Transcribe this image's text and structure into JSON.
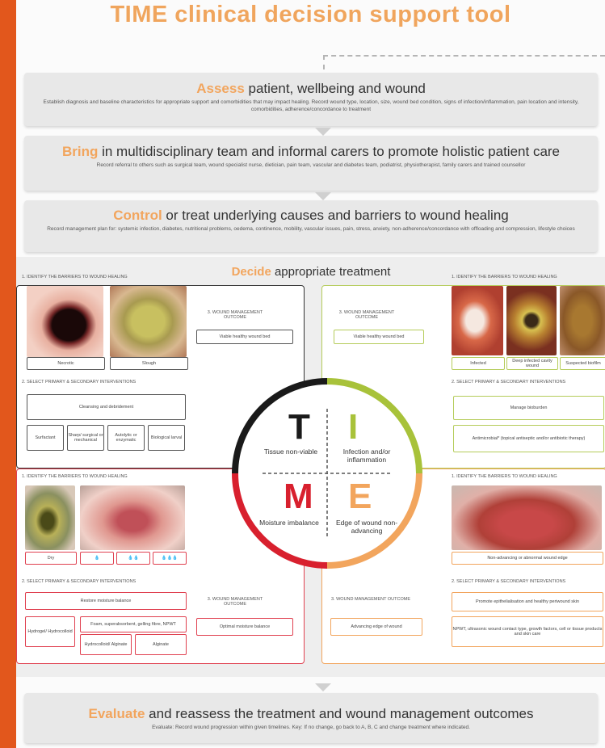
{
  "title": "TIME clinical decision support tool",
  "assess": {
    "keyword": "Assess",
    "rest": " patient, wellbeing and wound",
    "text": "Establish diagnosis and baseline characteristics for appropriate support and comorbidities that may impact healing. Record wound type, location, size, wound bed condition, signs of infection/inflammation, pain location and intensity, comorbidities, adherence/concordance to treatment"
  },
  "bring": {
    "keyword": "Bring",
    "rest": " in multidisciplinary team and informal carers to promote holistic patient care",
    "text": "Record referral to others such as surgical team, wound specialist nurse, dietician, pain team, vascular and diabetes team, podiatrist, physiotherapist, family carers and trained counsellor"
  },
  "control": {
    "keyword": "Control",
    "rest": " or treat underlying causes and barriers to wound healing",
    "text": "Record management plan for: systemic infection, diabetes, nutritional problems, oedema, continence, mobility, vascular issues, pain, stress, anxiety, non-adherence/concordance with offloading and compression, lifestyle choices"
  },
  "decide": {
    "keyword": "Decide",
    "rest": " appropriate treatment"
  },
  "tissue": {
    "identify": "1. IDENTIFY THE BARRIERS TO WOUND HEALING",
    "photo1": "Necrotic",
    "photo2": "Slough",
    "outcome_head": "3. WOUND MANAGEMENT OUTCOME",
    "outcome": "Viable healthy wound bed",
    "select": "2. SELECT PRIMARY & SECONDARY INTERVENTIONS",
    "main_intervention": "Cleansing and debridement",
    "options": [
      "Surfactant",
      "Sharp/ surgical or mechanical",
      "Autolytic or enzymatic",
      "Biological larval"
    ]
  },
  "infection": {
    "identify": "1. IDENTIFY THE BARRIERS TO WOUND HEALING",
    "outcome_head": "3. WOUND MANAGEMENT OUTCOME",
    "outcome": "Viable healthy wound bed",
    "photo1": "Infected",
    "photo2": "Deep infected cavity wound",
    "photo3": "Suspected biofilm",
    "select": "2. SELECT PRIMARY & SECONDARY INTERVENTIONS",
    "intervention1": "Manage bioburden",
    "intervention2": "Antimicrobial* (topical antiseptic and/or antibiotic therapy)"
  },
  "moisture": {
    "identify": "1. IDENTIFY THE BARRIERS TO WOUND HEALING",
    "photo1": "Dry",
    "levels": [
      "💧",
      "💧💧",
      "💧💧💧"
    ],
    "select": "2. SELECT PRIMARY & SECONDARY INTERVENTIONS",
    "main_intervention": "Restore moisture balance",
    "options": [
      "Hydrogel/ Hydrocolloid",
      "Foam, superabsorbent, gelling fibre, NPWT",
      "Hydrocolloid/ Alginate",
      "Alginate"
    ],
    "outcome_head": "3. WOUND MANAGEMENT OUTCOME",
    "outcome": "Optimal moisture balance"
  },
  "edge": {
    "identify": "1. IDENTIFY THE BARRIERS TO WOUND HEALING",
    "photo1": "Non-advancing or abnormal wound edge",
    "select": "2. SELECT PRIMARY & SECONDARY INTERVENTIONS",
    "outcome_head": "3. WOUND MANAGEMENT OUTCOME",
    "outcome": "Advancing edge of wound",
    "intervention1": "Promote epithelialisation and healthy periwound skin",
    "intervention2": "NPWT, ultrasonic wound contact type, growth factors, cell or tissue products and skin care"
  },
  "circle": {
    "T": "T",
    "T_label": "Tissue non-viable",
    "I": "I",
    "I_label": "Infection and/or inflammation",
    "M": "M",
    "M_label": "Moisture imbalance",
    "E": "E",
    "E_label": "Edge of wound non-advancing",
    "colors": {
      "T": "#1a1a1a",
      "I": "#a8c23a",
      "M": "#d8202e",
      "E": "#f2a55d"
    }
  },
  "evaluate": {
    "keyword": "Evaluate",
    "rest": " and reassess the treatment and wound management outcomes",
    "text": "Evaluate: Record wound progression within given timelines. Key: If no change, go back to A, B, C and change treatment where indicated."
  }
}
